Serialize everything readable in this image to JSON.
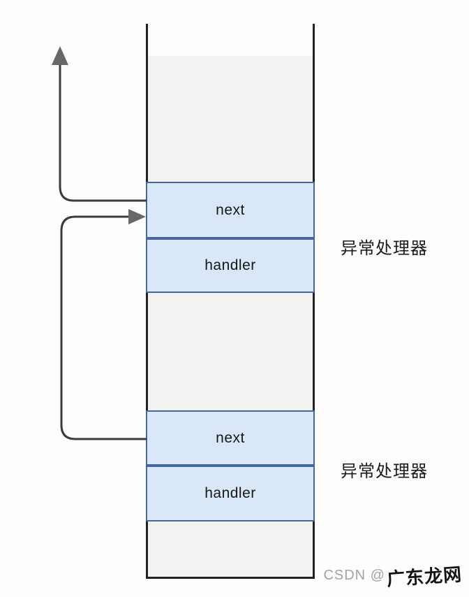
{
  "diagram": {
    "type": "stack-exception-handler-chain",
    "colors": {
      "background": "#fdfdfd",
      "stack_wall": "#222222",
      "stack_interior_gray": "#f2f2f1",
      "cell_fill": "#dae7f8",
      "cell_border": "#46679c",
      "arrow_line": "#3b3b3b",
      "arrow_head": "#686868",
      "text": "#161616",
      "watermark_prefix_color": "#a3a3a3"
    },
    "stack": {
      "frame1": {
        "next_label": "next",
        "handler_label": "handler",
        "annotation": "异常处理器"
      },
      "frame2": {
        "next_label": "next",
        "handler_label": "handler",
        "annotation": "异常处理器"
      }
    },
    "arrows": [
      {
        "name": "up-arrow",
        "meaning": "next pointer of top handler leaving stack upward"
      },
      {
        "name": "chain-arrow",
        "meaning": "next pointer of lower handler pointing to upper handler record"
      }
    ]
  },
  "watermark": {
    "prefix": "CSDN @",
    "name": "广东龙网"
  }
}
